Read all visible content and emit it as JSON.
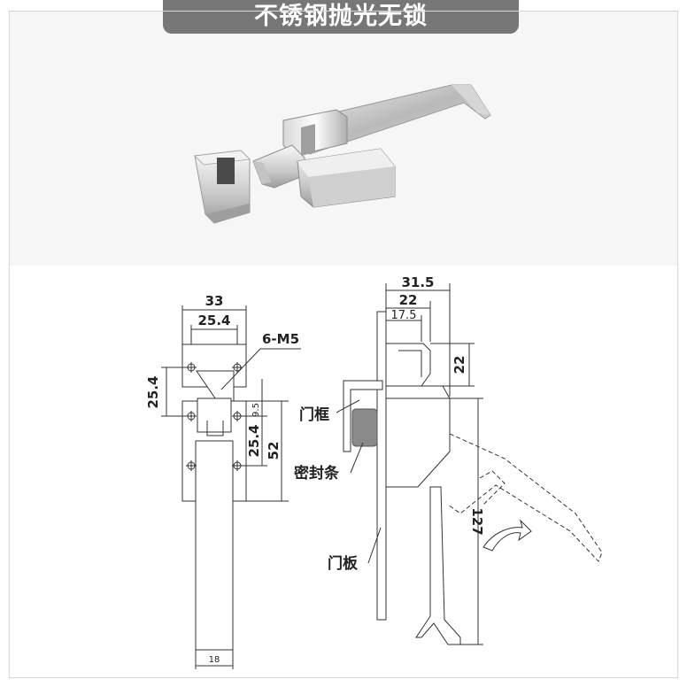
{
  "title": "不锈钢抛光无锁",
  "callouts": {
    "thread": "6-M5",
    "frame": "门框",
    "seal": "密封条",
    "panel": "门板"
  },
  "dimensions": {
    "width_overall": "33",
    "width_holes": "25.4",
    "hole_spacing_vertical": "25.4",
    "hole_offset": "9.5",
    "hole_spacing_vertical_body": "25.4",
    "body_height": "52",
    "handle_width": "18",
    "depth_overall": "31.5",
    "depth_22": "22",
    "depth_17_5": "17.5",
    "strike_height": "22",
    "handle_length": "127"
  },
  "colors": {
    "banner": "#777777",
    "photo_bg": "#f6f6f6",
    "line": "#333333",
    "seal": "#8a8a8a"
  }
}
